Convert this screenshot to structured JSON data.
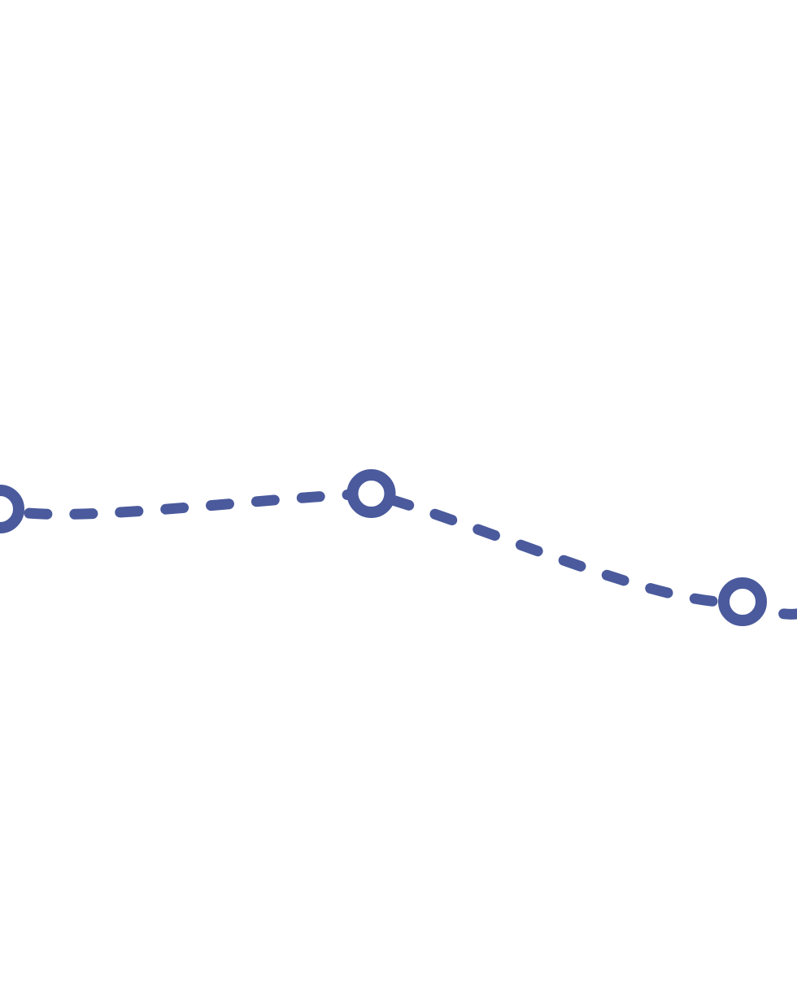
{
  "chart_data": {
    "type": "line",
    "title": "",
    "xlabel": "",
    "ylabel": "",
    "grid": false,
    "legend": "none",
    "points_visible": [
      {
        "x": 0,
        "y": 0.62
      },
      {
        "x": 1,
        "y": 0.64
      },
      {
        "x": 2,
        "y": 0.5
      }
    ],
    "series": [
      {
        "color": "#4a5a9c",
        "line_style": "dashed",
        "marker": "hollow-circle",
        "x": [
          0,
          1,
          2
        ],
        "y": [
          0.62,
          0.64,
          0.5
        ]
      }
    ],
    "xlim": [
      0,
      2
    ],
    "ylim": [
      0,
      1
    ]
  }
}
